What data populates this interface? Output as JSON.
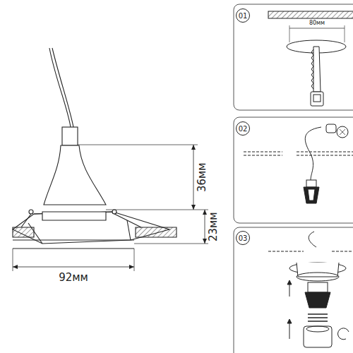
{
  "diagram": {
    "nodes": [
      {
        "text": [
          "01"
        ]
      },
      {
        "text": [
          "02"
        ]
      },
      {
        "text": [
          "03"
        ]
      }
    ],
    "labels": [
      "36мм",
      "23мм",
      "92мм",
      "80мм"
    ]
  }
}
